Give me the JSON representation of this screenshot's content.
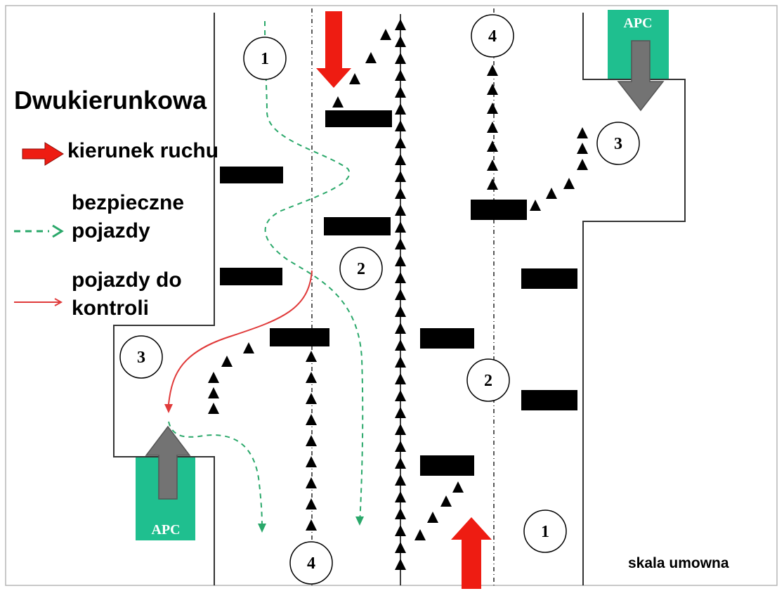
{
  "title": "Dwukierunkowa",
  "legend": {
    "direction": "kierunek ruchu",
    "safe_line1": "bezpieczne",
    "safe_line2": "pojazdy",
    "control_line1": "pojazdy do",
    "control_line2": "kontroli"
  },
  "apc_top": "APC",
  "apc_bottom": "APC",
  "scale_note": "skala umowna",
  "markers": {
    "m1_top": "1",
    "m1_bottom": "1",
    "m2_left": "2",
    "m2_right": "2",
    "m3_left": "3",
    "m3_right": "3",
    "m4_top": "4",
    "m4_bottom": "4"
  },
  "colors": {
    "red_arrow": "#ee1c12",
    "apc_green": "#1fbf8f",
    "gray_arrow": "#737373",
    "safe_path": "#2aa86a",
    "control_path": "#e03a3a"
  }
}
